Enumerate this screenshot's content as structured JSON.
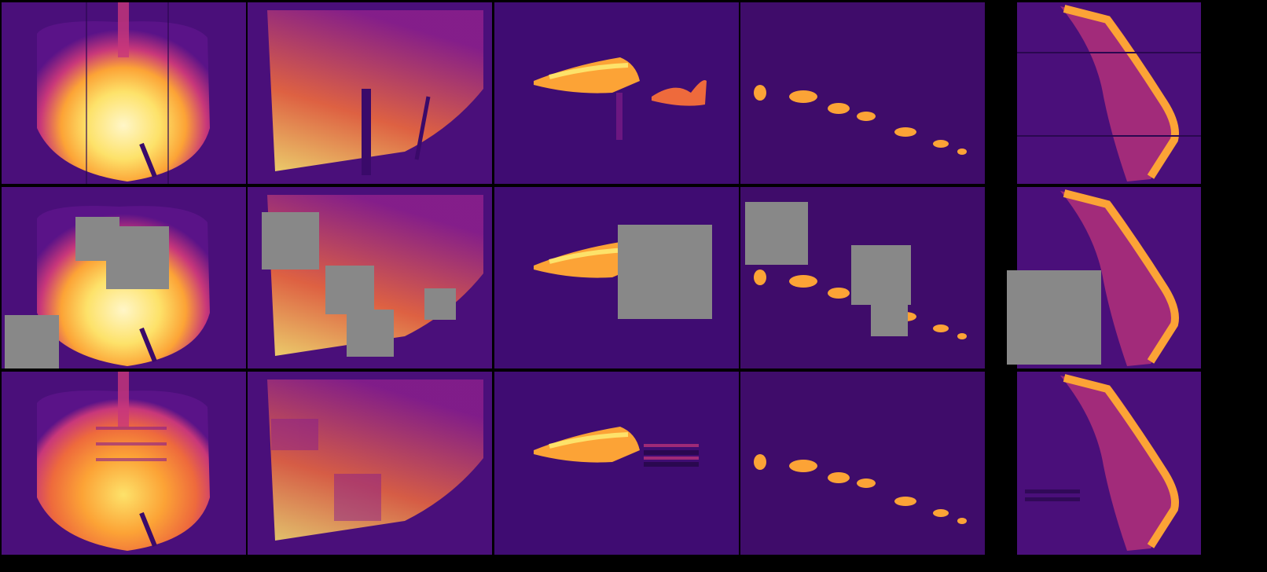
{
  "figure": {
    "rows": [
      "original",
      "masked",
      "reconstructed"
    ],
    "columns": 5,
    "colors": {
      "background": "#000000",
      "mask": "#888888",
      "colormap": [
        "#3a0a6a",
        "#5a1388",
        "#8a1f8c",
        "#c8377a",
        "#ee6a3c",
        "#fca336",
        "#fde26a",
        "#fff6c8"
      ]
    },
    "tiles": [
      {
        "row": "original",
        "col": 1,
        "pattern": "bowl-plume"
      },
      {
        "row": "original",
        "col": 2,
        "pattern": "scattered-speckle"
      },
      {
        "row": "original",
        "col": 3,
        "pattern": "thin-ridge"
      },
      {
        "row": "original",
        "col": 4,
        "pattern": "dotted-diagonal"
      },
      {
        "row": "original",
        "col": 5,
        "pattern": "edge-bulge"
      },
      {
        "row": "masked",
        "col": 1,
        "pattern": "bowl-plume",
        "mask_count": 3
      },
      {
        "row": "masked",
        "col": 2,
        "pattern": "scattered-speckle",
        "mask_count": 4
      },
      {
        "row": "masked",
        "col": 3,
        "pattern": "thin-ridge",
        "mask_count": 1
      },
      {
        "row": "masked",
        "col": 4,
        "pattern": "dotted-diagonal",
        "mask_count": 3
      },
      {
        "row": "masked",
        "col": 5,
        "pattern": "edge-bulge",
        "mask_count": 1
      },
      {
        "row": "reconstructed",
        "col": 1,
        "pattern": "bowl-plume"
      },
      {
        "row": "reconstructed",
        "col": 2,
        "pattern": "scattered-speckle"
      },
      {
        "row": "reconstructed",
        "col": 3,
        "pattern": "thin-ridge"
      },
      {
        "row": "reconstructed",
        "col": 4,
        "pattern": "dotted-diagonal"
      },
      {
        "row": "reconstructed",
        "col": 5,
        "pattern": "edge-bulge"
      }
    ]
  }
}
